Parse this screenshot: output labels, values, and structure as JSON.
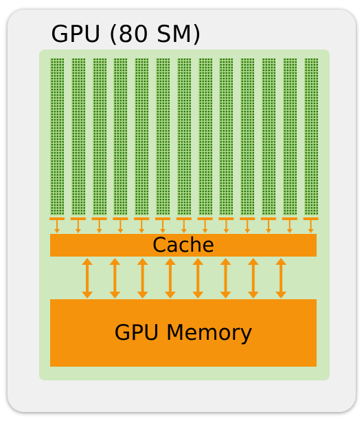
{
  "title": "GPU (80 SM)",
  "cache_label": "Cache",
  "memory_label": "GPU Memory",
  "sm_column_count": 13,
  "cache_link_count": 8,
  "colors": {
    "background_panel": "#f0f0f0",
    "gpu_panel": "#cfe8bd",
    "sm_core": "#2f7d12",
    "sm_grid": "#b3dc8f",
    "memory_orange": "#f5930c"
  }
}
